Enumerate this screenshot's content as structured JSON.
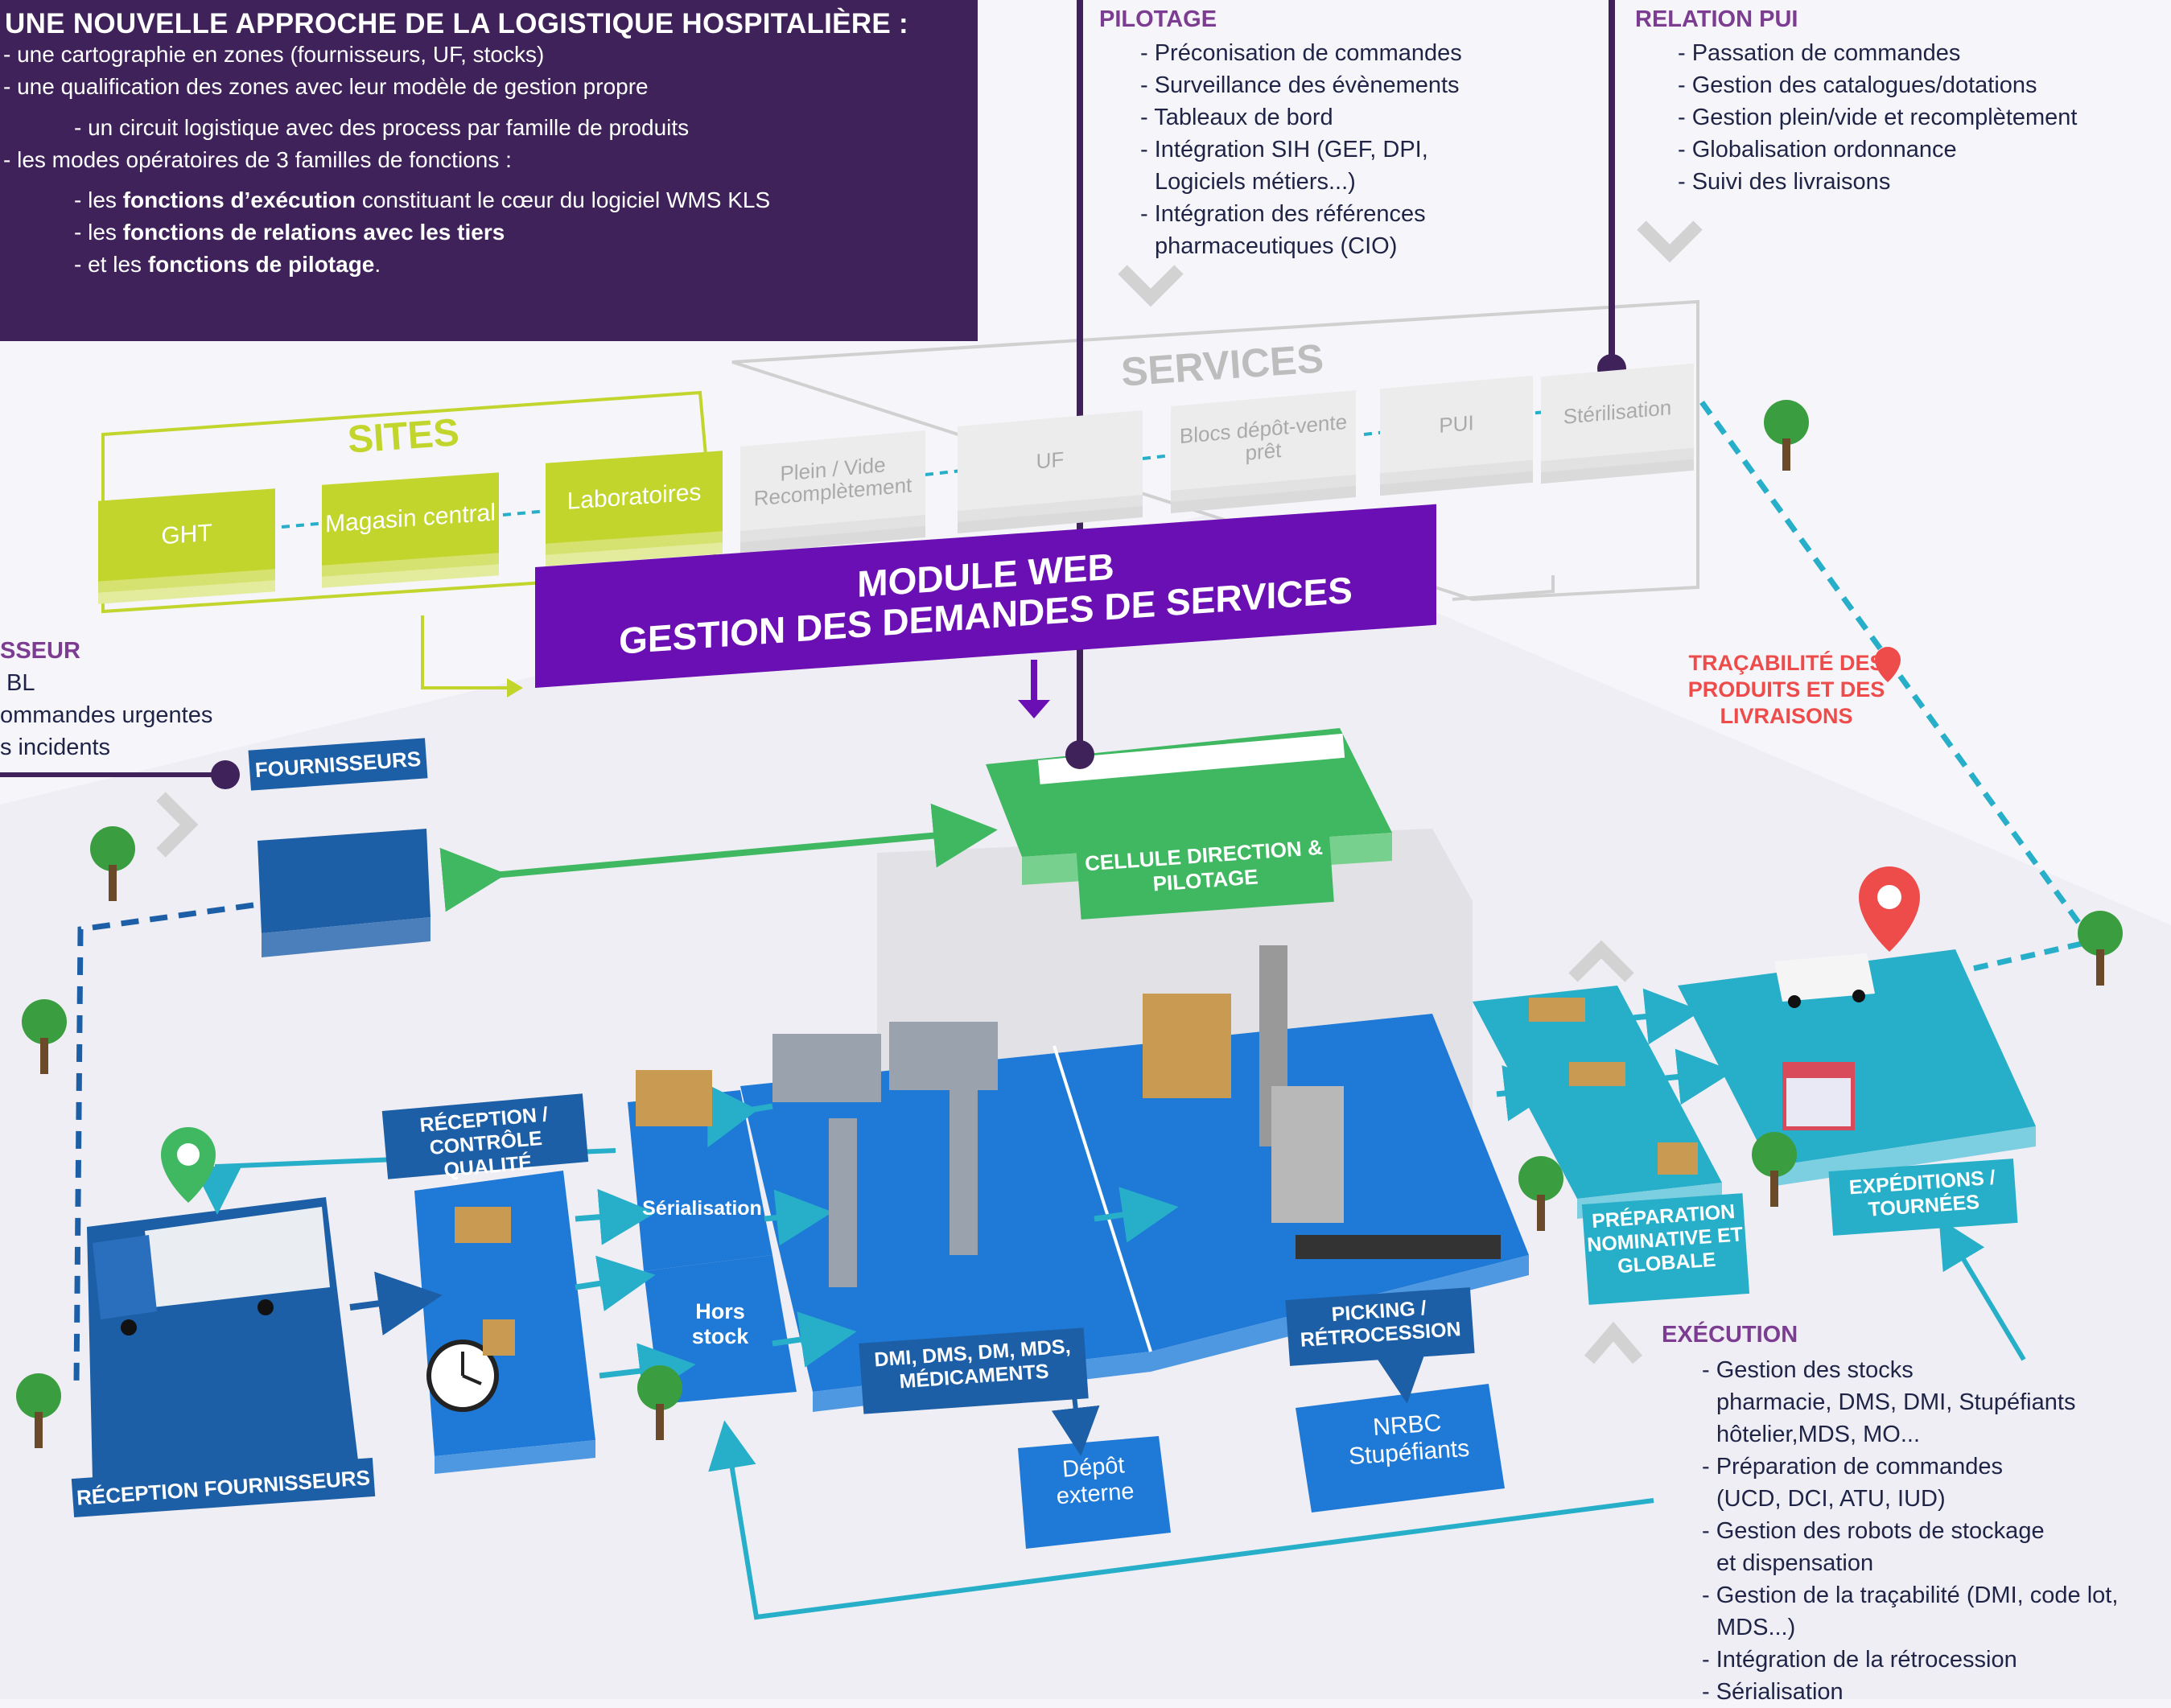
{
  "intro": {
    "title": "UNE NOUVELLE APPROCHE DE LA LOGISTIQUE HOSPITALIÈRE :",
    "line1": "- une cartographie en zones (fournisseurs, UF, stocks)",
    "line2": "- une qualification des zones avec leur modèle de gestion propre",
    "line3": "- un circuit logistique avec des process par famille de produits",
    "line4": "- les modes opératoires de 3 familles de fonctions :",
    "l5_pre": "- les ",
    "l5_bold": "fonctions d’exécution",
    "l5_post": " constituant le cœur du logiciel WMS KLS",
    "l6_pre": "- les ",
    "l6_bold": "fonctions de relations avec les tiers",
    "l7_pre": "- et les ",
    "l7_bold": "fonctions de pilotage",
    "l7_post": "."
  },
  "pilotage": {
    "title": "PILOTAGE",
    "items": [
      "- Préconisation de commandes",
      "- Surveillance des évènements",
      "- Tableaux de bord",
      "- Intégration SIH (GEF, DPI,",
      "Logiciels métiers...)",
      "- Intégration des références",
      "pharmaceutiques (CIO)"
    ]
  },
  "relation_pui": {
    "title": "RELATION PUI",
    "items": [
      "- Passation de commandes",
      "- Gestion des catalogues/dotations",
      "- Gestion plein/vide et recomplètement",
      "- Globalisation ordonnance",
      "- Suivi des livraisons"
    ]
  },
  "fournisseur": {
    "title": "SSEUR",
    "items": [
      "BL",
      "ommandes urgentes",
      "s incidents"
    ]
  },
  "sites": {
    "title": "SITES",
    "tiles": [
      "GHT",
      "Magasin central",
      "Laboratoires"
    ]
  },
  "services": {
    "title": "SERVICES",
    "tiles": [
      "Plein / Vide Recomplètement",
      "UF",
      "Blocs dépôt-vente prêt",
      "PUI",
      "Stérilisation"
    ]
  },
  "module_web": {
    "line1": "MODULE WEB",
    "line2": "GESTION DES DEMANDES DE SERVICES"
  },
  "labels": {
    "fournisseurs": "FOURNISSEURS",
    "cellule": "CELLULE DIRECTION & PILOTAGE",
    "tracabilite": "TRAÇABILITÉ DES PRODUITS ET DES LIVRAISONS",
    "reception_controle": "RÉCEPTION / CONTRÔLE QUALITÉ",
    "serialisation": "Sérialisation",
    "hors_stock": "Hors stock",
    "dmi": "DMI, DMS, DM, MDS, MÉDICAMENTS",
    "picking": "PICKING / RÉTROCESSION",
    "preparation": "PRÉPARATION NOMINATIVE ET GLOBALE",
    "expeditions": "EXPÉDITIONS / TOURNÉES",
    "reception_fournisseurs": "RÉCEPTION FOURNISSEURS",
    "depot_externe": "Dépôt externe",
    "nrbc": "NRBC Stupéfiants"
  },
  "execution": {
    "title": "EXÉCUTION",
    "items": [
      "- Gestion des stocks",
      "pharmacie, DMS, DMI, Stupéfiants",
      "hôtelier,MDS, MO...",
      "- Préparation de commandes",
      "(UCD, DCI, ATU, IUD)",
      "- Gestion des robots de stockage",
      "et dispensation",
      "- Gestion de la traçabilité (DMI, code lot,",
      "MDS...)",
      "- Intégration de la rétrocession",
      "- Sérialisation"
    ]
  },
  "colors": {
    "purple": "#3f2259",
    "lime": "#c2d52c",
    "blue": "#1c5fa6",
    "floor": "#1f79d6",
    "cyan": "#27afc9",
    "green": "#3fb861",
    "red": "#ee4b4b",
    "violet": "#6a0fb3"
  }
}
